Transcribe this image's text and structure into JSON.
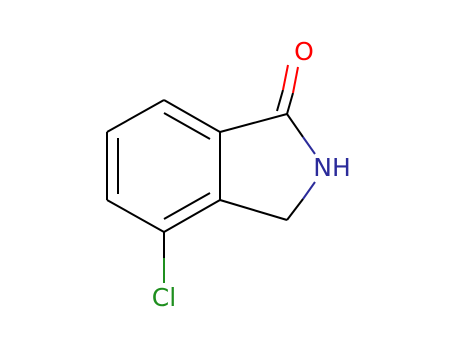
{
  "molecule": {
    "atoms": [
      {
        "id": "O",
        "label": "O",
        "color": "#ff0000"
      },
      {
        "id": "N",
        "label": "NH",
        "color": "#2b2b9a"
      },
      {
        "id": "Cl",
        "label": "Cl",
        "color": "#1f8f1f"
      }
    ],
    "bond_color": "#000000"
  }
}
